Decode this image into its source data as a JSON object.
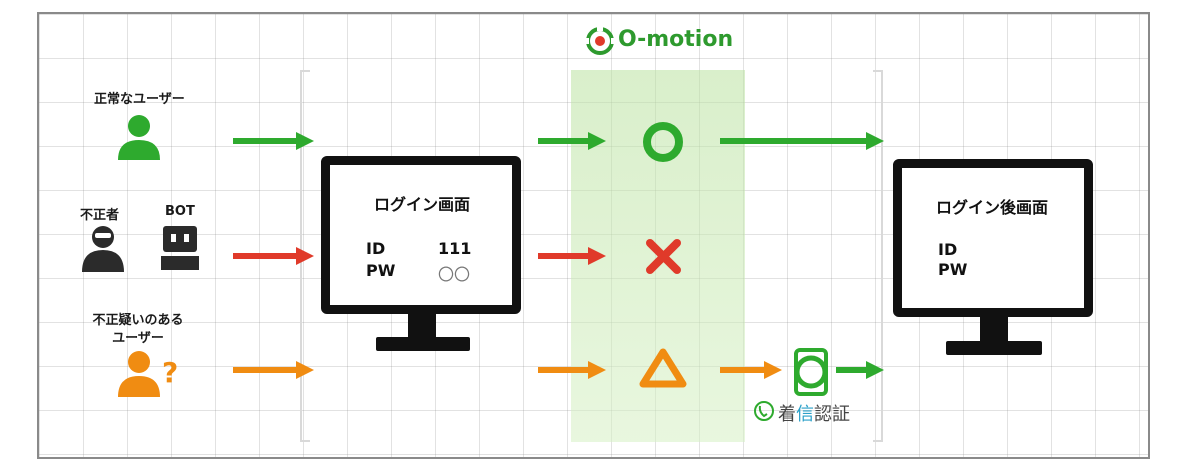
{
  "brand": {
    "name": "O-motion",
    "color": "#2e9a2e"
  },
  "actors": {
    "normal_user": {
      "label": "正常なユーザー",
      "icon": "user-icon",
      "color": "#2eaa2e"
    },
    "fraudster": {
      "label": "不正者",
      "icon": "masked-user-icon",
      "color": "#2b2b2b"
    },
    "bot": {
      "label": "BOT",
      "icon": "robot-icon",
      "color": "#2b2b2b"
    },
    "suspicious_user": {
      "label": "不正疑いのある\nユーザー",
      "icon": "user-question-icon",
      "color": "#f08c12"
    }
  },
  "login_screen": {
    "title": "ログイン画面",
    "id_label": "ID",
    "id_value": "111",
    "pw_label": "PW",
    "pw_value": "〇〇"
  },
  "after_login_screen": {
    "title": "ログイン後画面",
    "id_label": "ID",
    "pw_label": "PW"
  },
  "results": {
    "normal": {
      "symbol": "circle",
      "color": "#2eaa2e"
    },
    "fraud": {
      "symbol": "cross",
      "color": "#e03a2a"
    },
    "suspicious": {
      "symbol": "triangle",
      "color": "#f08c12"
    }
  },
  "call_auth": {
    "label": "着信認証",
    "highlight": "信",
    "icon": "phone-icon",
    "device_icon": "smartphone-icon"
  },
  "arrow_colors": {
    "green": "#2eaa2e",
    "red": "#e03a2a",
    "orange": "#f08c12"
  }
}
